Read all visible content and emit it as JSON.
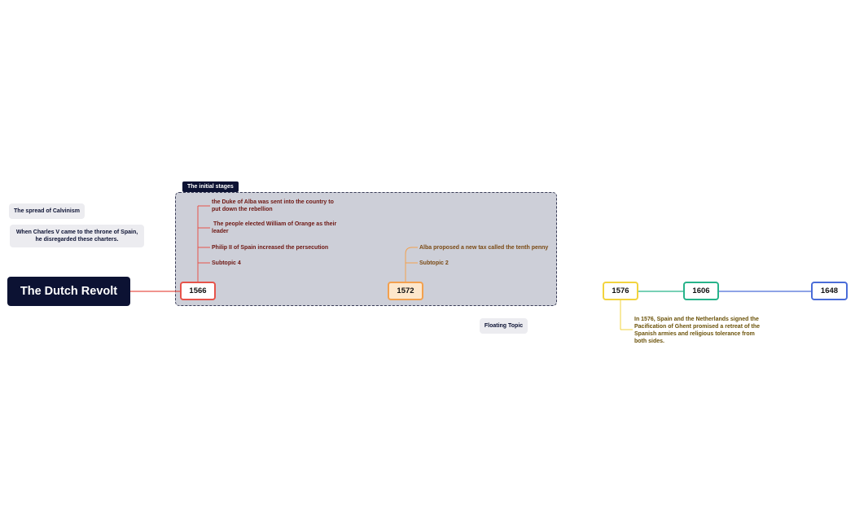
{
  "root": {
    "label": "The Dutch Revolt"
  },
  "boundary": {
    "label": "The initial stages"
  },
  "timeline": [
    {
      "year": "1566",
      "color": "#e6534a"
    },
    {
      "year": "1572",
      "color": "#f2a04e"
    },
    {
      "year": "1576",
      "color": "#f2d33e"
    },
    {
      "year": "1606",
      "color": "#27b38a"
    },
    {
      "year": "1648",
      "color": "#4a6cd8"
    }
  ],
  "topics_1566": [
    "the Duke of Alba was sent into the country to put down the rebellion",
    " The people elected William of Orange as their leader",
    "Philip II of Spain increased the persecution",
    "Subtopic 4"
  ],
  "topics_1572": [
    "Alba proposed a new tax called the tenth penny",
    "Subtopic 2"
  ],
  "topics_1576": [
    "In 1576, Spain and the Netherlands signed the Pacification of Ghent promised a retreat of the Spanish armies and religious tolerance from both sides."
  ],
  "floating": [
    "The spread of Calvinism",
    "When Charles V came to the throne of Spain, he disregarded these charters.",
    "Floating Topic"
  ]
}
